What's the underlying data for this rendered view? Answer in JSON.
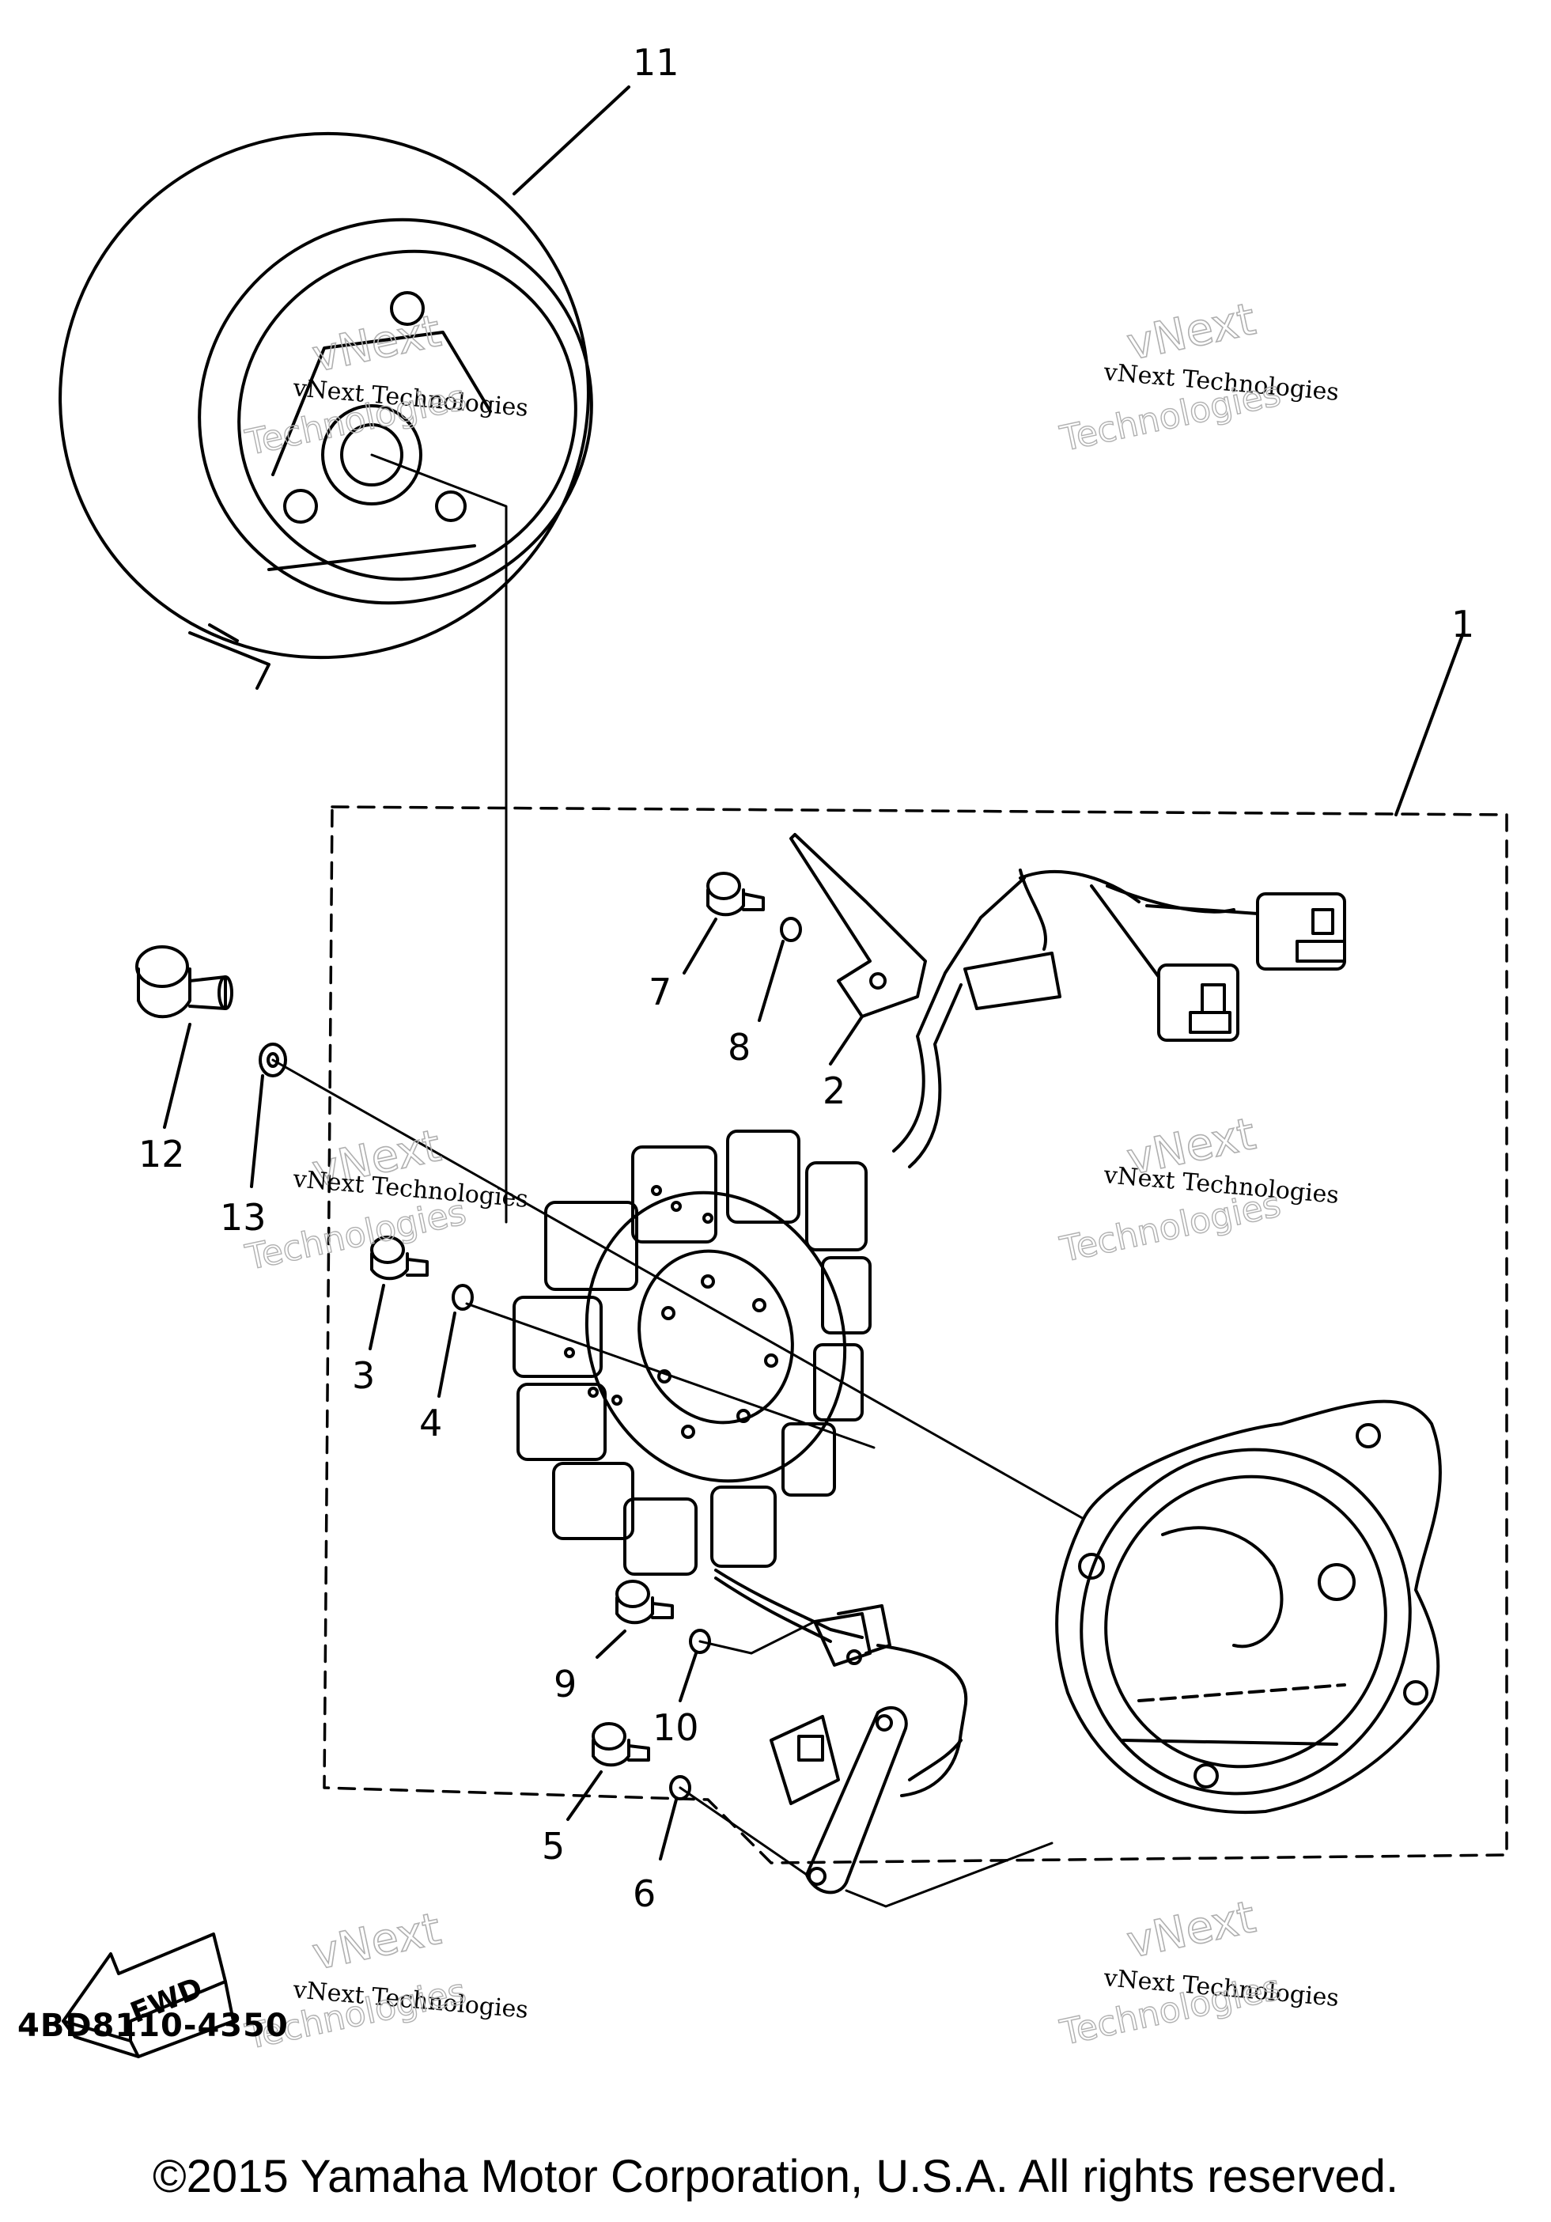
{
  "callouts": {
    "c1": "1",
    "c2": "2",
    "c3": "3",
    "c4": "4",
    "c5": "5",
    "c6": "6",
    "c7": "7",
    "c8": "8",
    "c9": "9",
    "c10": "10",
    "c11": "11",
    "c12": "12",
    "c13": "13"
  },
  "fwd_label": "FWD",
  "watermark": {
    "line1": "vNext Technologies",
    "line2": "vNext",
    "line3": "Technologies"
  },
  "part_code": "4BD8110-4350",
  "copyright": "©2015 Yamaha Motor Corporation, U.S.A. All rights reserved."
}
